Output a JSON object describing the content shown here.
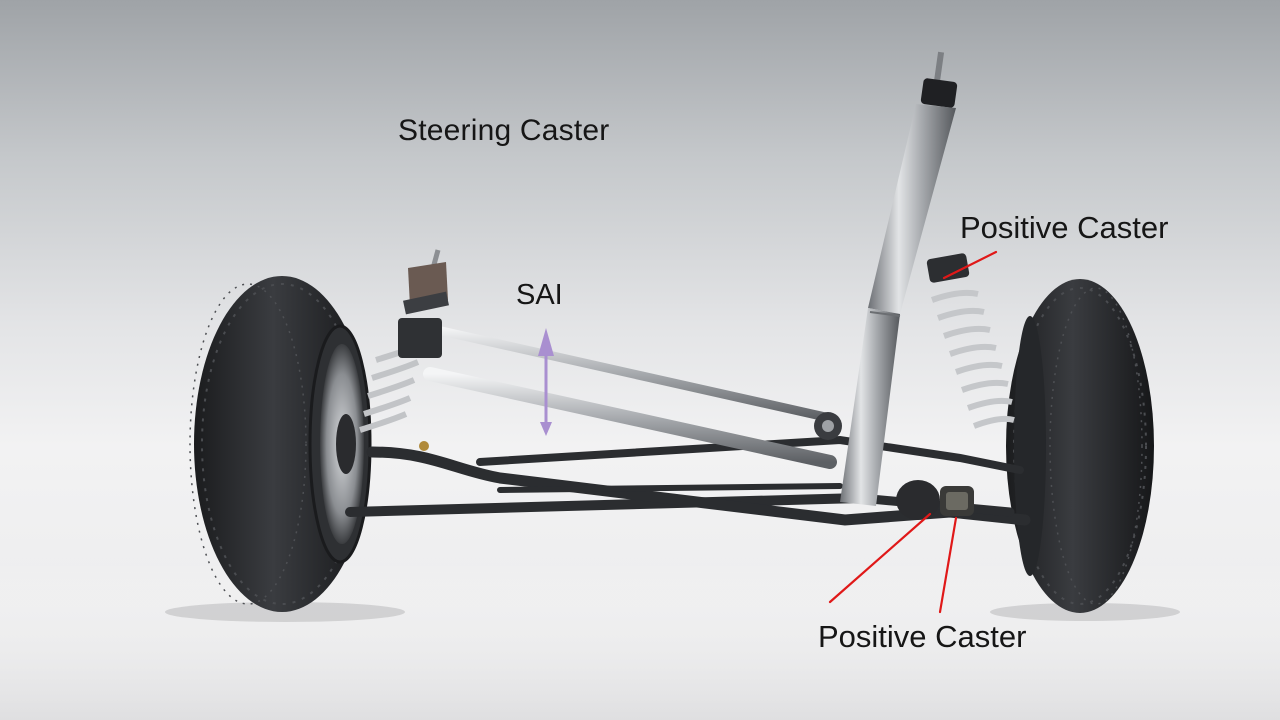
{
  "diagram": {
    "title": "Steering Caster",
    "labels": {
      "sai": "SAI",
      "positive_caster_upper": "Positive Caster",
      "positive_caster_lower": "Positive Caster"
    },
    "colors": {
      "background_top": "#9fa3a7",
      "background_bottom": "#f2f2f3",
      "tire": "#2a2c2f",
      "chrome": "#b9bcc0",
      "frame": "#2b2d30",
      "leader_line": "#e01818",
      "sai_arrow": "#a98fd0"
    }
  }
}
